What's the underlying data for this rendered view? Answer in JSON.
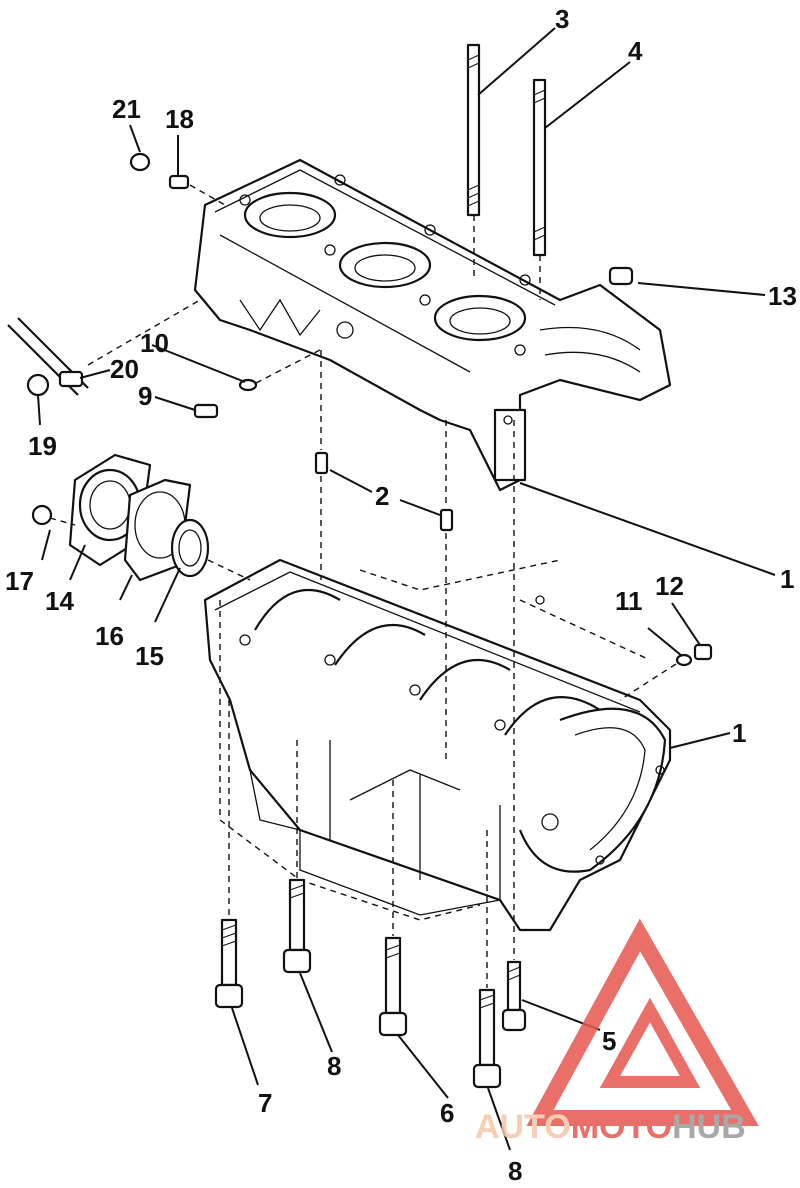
{
  "labels": {
    "l1a": "1",
    "l1b": "1",
    "l2": "2",
    "l3": "3",
    "l4": "4",
    "l5": "5",
    "l6": "6",
    "l7": "7",
    "l8a": "8",
    "l8b": "8",
    "l9": "9",
    "l10": "10",
    "l11": "11",
    "l12": "12",
    "l13": "13",
    "l14": "14",
    "l15": "15",
    "l16": "16",
    "l17": "17",
    "l18": "18",
    "l19": "19",
    "l20": "20",
    "l21": "21"
  },
  "watermark": {
    "part1": "AUTO",
    "part2": "MOTO",
    "part3": "HUB",
    "color_light": "#f6c6a6",
    "color_red": "#e8574f",
    "color_gray": "#9a9a9a"
  }
}
